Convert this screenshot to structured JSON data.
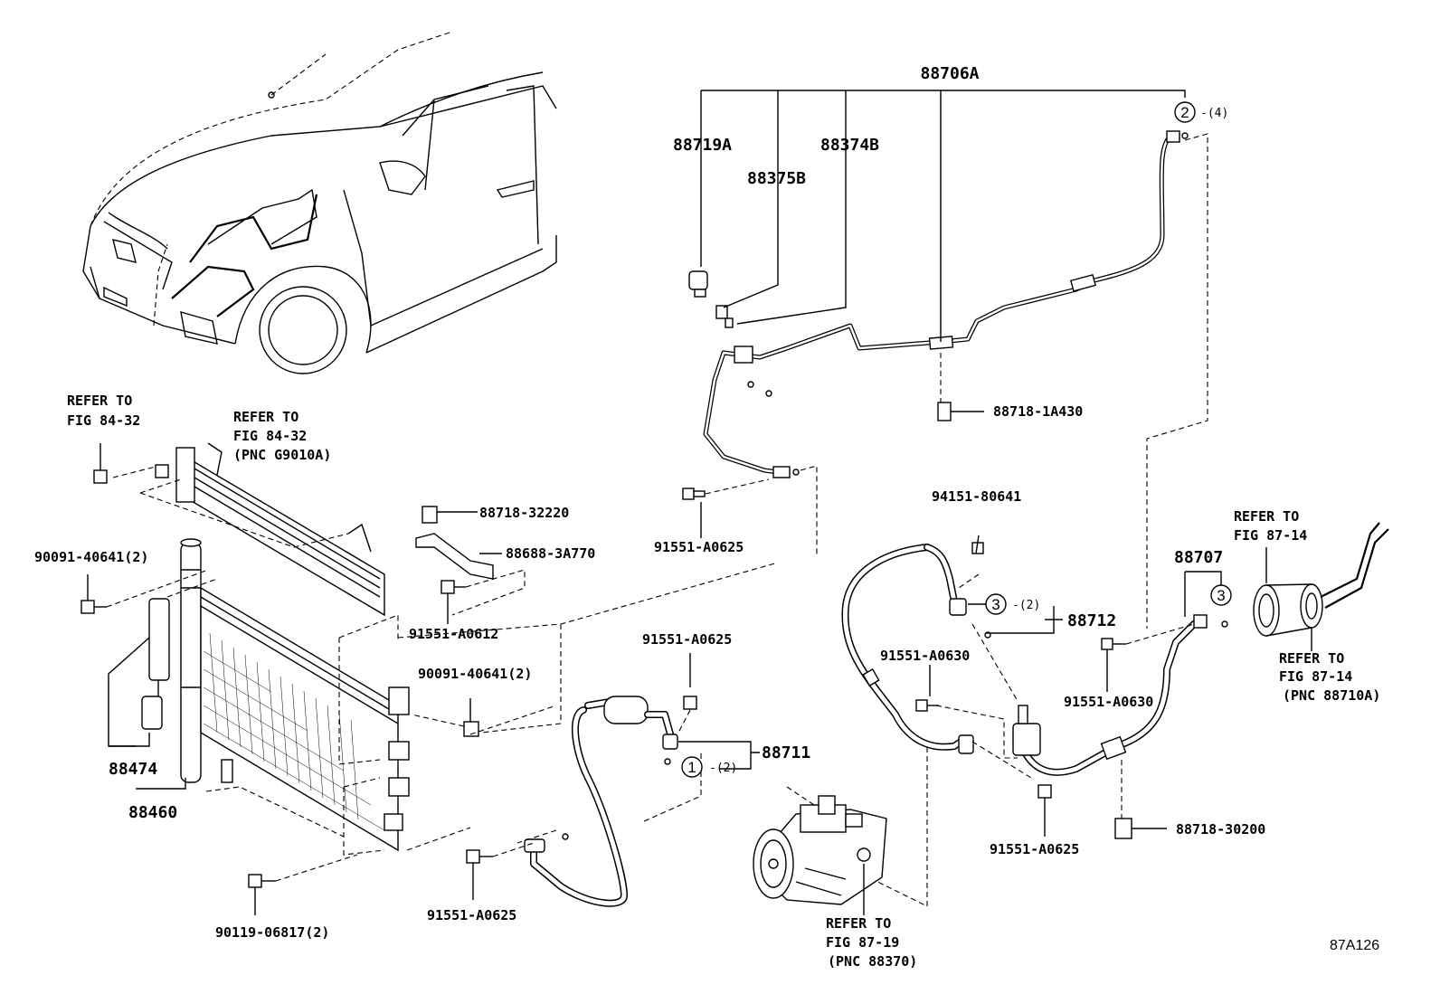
{
  "labels": {
    "p88706A": "88706A",
    "p88719A": "88719A",
    "p88374B": "88374B",
    "p88375B": "88375B",
    "p88718_1A430": "88718-1A430",
    "p91551_A0625_a": "91551-A0625",
    "p94151_80641": "94151-80641",
    "p88707": "88707",
    "p88712": "88712",
    "p91551_A0630_a": "91551-A0630",
    "p91551_A0630_b": "91551-A0630",
    "p88718_30200": "88718-30200",
    "p91551_A0625_b": "91551-A0625",
    "p91551_A0625_c": "91551-A0625",
    "p88711": "88711",
    "p91551_A0625_d": "91551-A0625",
    "p88718_32220": "88718-32220",
    "p88688_3A770": "88688-3A770",
    "p91551_A0612": "91551-A0612",
    "p90091_40641_a": "90091-40641(2)",
    "p90091_40641_b": "90091-40641(2)",
    "p88474": "88474",
    "p88460": "88460",
    "p90119_06817": "90119-06817(2)"
  },
  "callouts": {
    "c1_num": "1",
    "c1_qty": "(2)",
    "c2_num": "2",
    "c2_qty": "(4)",
    "c3a_num": "3",
    "c3a_qty": "(2)",
    "c3b_num": "3"
  },
  "refs": {
    "ref_a": [
      "REFER TO",
      "FIG 84-32"
    ],
    "ref_b": [
      "REFER TO",
      "FIG 84-32",
      "(PNC G9010A)"
    ],
    "ref_c": [
      "REFER TO",
      "FIG 87-14"
    ],
    "ref_d": [
      "REFER TO",
      "FIG 87-14",
      "(PNC 88710A)"
    ],
    "ref_e": [
      "REFER TO",
      "FIG 87-19",
      "(PNC 88370)"
    ]
  },
  "figure_code": "87A126"
}
